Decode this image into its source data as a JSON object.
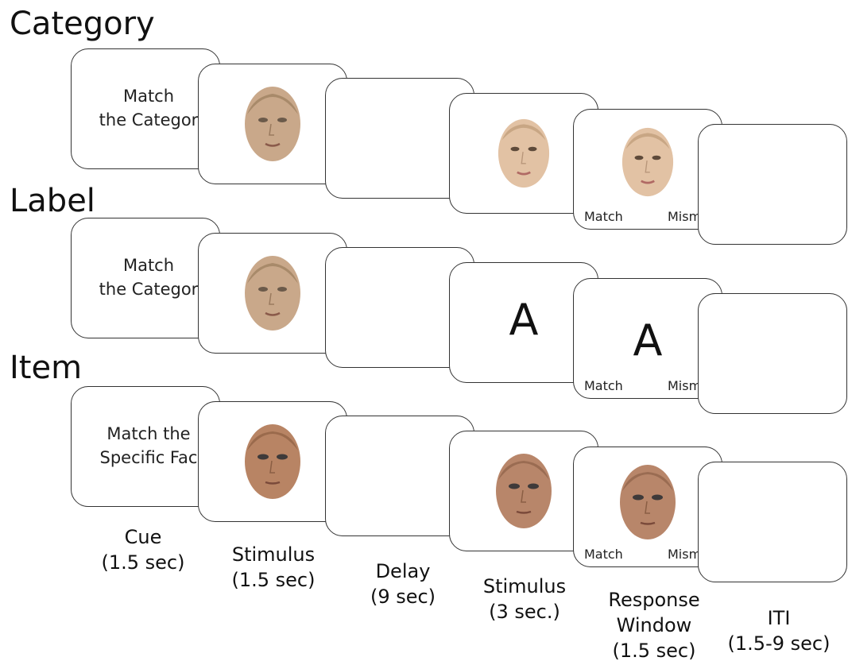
{
  "conditions": [
    {
      "label": "Category",
      "cue": [
        "Match",
        "the Categor"
      ],
      "probe_type": "face"
    },
    {
      "label": "Label",
      "cue": [
        "Match",
        "the Categor"
      ],
      "probe_type": "letter",
      "probe_letter": "A"
    },
    {
      "label": "Item",
      "cue": [
        "Match the",
        "Specific Fac"
      ],
      "probe_type": "face"
    }
  ],
  "response_options": {
    "left": "Match",
    "right": "Mism"
  },
  "phases": [
    {
      "name": "Cue",
      "duration": "(1.5 sec)"
    },
    {
      "name": "Stimulus",
      "duration": "(1.5 sec)"
    },
    {
      "name": "Delay",
      "duration": "(9 sec)"
    },
    {
      "name": "Stimulus",
      "duration": "(3 sec.)"
    },
    {
      "name_line1": "Response",
      "name_line2": "Window",
      "duration": "(1.5 sec)"
    },
    {
      "name": "ITI",
      "duration": "(1.5-9 sec)"
    }
  ]
}
